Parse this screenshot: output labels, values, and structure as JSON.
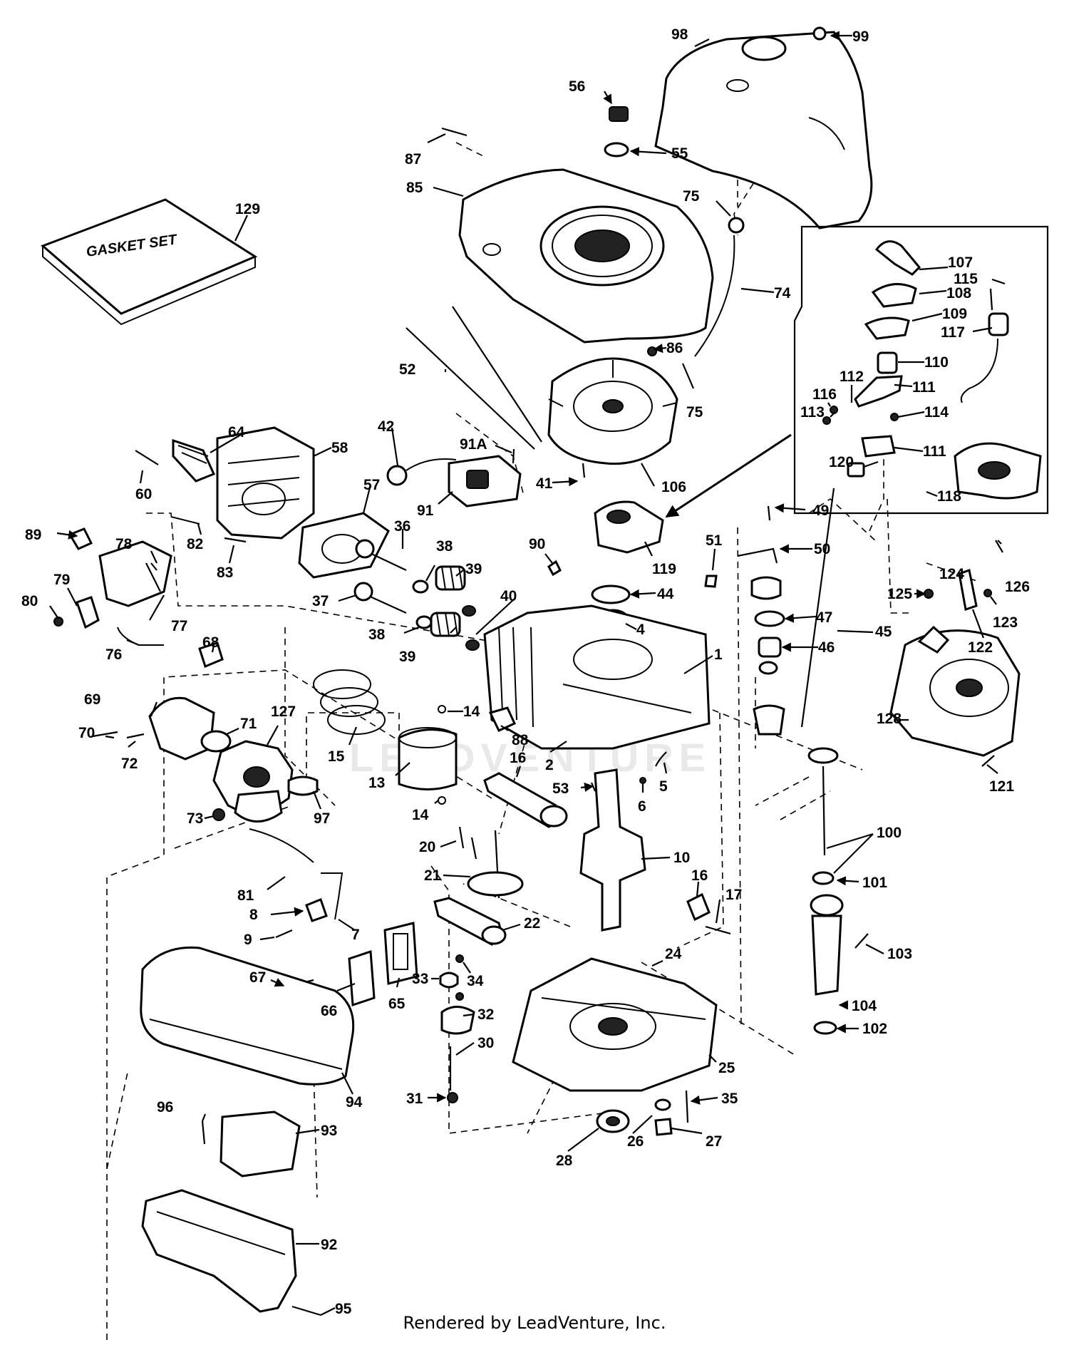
{
  "footer_text": "Rendered by LeadVenture, Inc.",
  "watermark_text": "LEADVENTURE",
  "gasket_set_text": "GASKET SET",
  "callouts": [
    {
      "id": "98",
      "label": "98"
    },
    {
      "id": "99",
      "label": "99"
    },
    {
      "id": "56",
      "label": "56"
    },
    {
      "id": "55",
      "label": "55"
    },
    {
      "id": "87",
      "label": "87"
    },
    {
      "id": "85",
      "label": "85"
    },
    {
      "id": "75a",
      "label": "75"
    },
    {
      "id": "129",
      "label": "129"
    },
    {
      "id": "74",
      "label": "74"
    },
    {
      "id": "107",
      "label": "107"
    },
    {
      "id": "115",
      "label": "115"
    },
    {
      "id": "108",
      "label": "108"
    },
    {
      "id": "109",
      "label": "109"
    },
    {
      "id": "117",
      "label": "117"
    },
    {
      "id": "86",
      "label": "86"
    },
    {
      "id": "52",
      "label": "52"
    },
    {
      "id": "110",
      "label": "110"
    },
    {
      "id": "112",
      "label": "112"
    },
    {
      "id": "111a",
      "label": "111"
    },
    {
      "id": "116",
      "label": "116"
    },
    {
      "id": "113",
      "label": "113"
    },
    {
      "id": "114",
      "label": "114"
    },
    {
      "id": "75b",
      "label": "75"
    },
    {
      "id": "64",
      "label": "64"
    },
    {
      "id": "58",
      "label": "58"
    },
    {
      "id": "42",
      "label": "42"
    },
    {
      "id": "91A",
      "label": "91A"
    },
    {
      "id": "111b",
      "label": "111"
    },
    {
      "id": "120",
      "label": "120"
    },
    {
      "id": "60",
      "label": "60"
    },
    {
      "id": "41",
      "label": "41"
    },
    {
      "id": "106",
      "label": "106"
    },
    {
      "id": "118",
      "label": "118"
    },
    {
      "id": "57",
      "label": "57"
    },
    {
      "id": "91",
      "label": "91"
    },
    {
      "id": "49",
      "label": "49"
    },
    {
      "id": "89",
      "label": "89"
    },
    {
      "id": "36",
      "label": "36"
    },
    {
      "id": "82",
      "label": "82"
    },
    {
      "id": "78",
      "label": "78"
    },
    {
      "id": "83",
      "label": "83"
    },
    {
      "id": "90",
      "label": "90"
    },
    {
      "id": "51",
      "label": "51"
    },
    {
      "id": "50",
      "label": "50"
    },
    {
      "id": "119",
      "label": "119"
    },
    {
      "id": "38a",
      "label": "38"
    },
    {
      "id": "126",
      "label": "126"
    },
    {
      "id": "124",
      "label": "124"
    },
    {
      "id": "79",
      "label": "79"
    },
    {
      "id": "39a",
      "label": "39"
    },
    {
      "id": "44",
      "label": "44"
    },
    {
      "id": "125",
      "label": "125"
    },
    {
      "id": "123",
      "label": "123"
    },
    {
      "id": "80",
      "label": "80"
    },
    {
      "id": "37",
      "label": "37"
    },
    {
      "id": "40",
      "label": "40"
    },
    {
      "id": "47",
      "label": "47"
    },
    {
      "id": "77",
      "label": "77"
    },
    {
      "id": "4",
      "label": "4"
    },
    {
      "id": "45",
      "label": "45"
    },
    {
      "id": "68",
      "label": "68"
    },
    {
      "id": "38b",
      "label": "38"
    },
    {
      "id": "39b",
      "label": "39"
    },
    {
      "id": "46",
      "label": "46"
    },
    {
      "id": "122",
      "label": "122"
    },
    {
      "id": "76",
      "label": "76"
    },
    {
      "id": "1",
      "label": "1"
    },
    {
      "id": "128",
      "label": "128"
    },
    {
      "id": "69",
      "label": "69"
    },
    {
      "id": "14a",
      "label": "14"
    },
    {
      "id": "127",
      "label": "127"
    },
    {
      "id": "70",
      "label": "70"
    },
    {
      "id": "71",
      "label": "71"
    },
    {
      "id": "88",
      "label": "88"
    },
    {
      "id": "15",
      "label": "15"
    },
    {
      "id": "72",
      "label": "72"
    },
    {
      "id": "2",
      "label": "2"
    },
    {
      "id": "16a",
      "label": "16"
    },
    {
      "id": "13",
      "label": "13"
    },
    {
      "id": "5",
      "label": "5"
    },
    {
      "id": "121",
      "label": "121"
    },
    {
      "id": "53",
      "label": "53"
    },
    {
      "id": "6",
      "label": "6"
    },
    {
      "id": "14b",
      "label": "14"
    },
    {
      "id": "73",
      "label": "73"
    },
    {
      "id": "97",
      "label": "97"
    },
    {
      "id": "100",
      "label": "100"
    },
    {
      "id": "20",
      "label": "20"
    },
    {
      "id": "10",
      "label": "10"
    },
    {
      "id": "21",
      "label": "21"
    },
    {
      "id": "81",
      "label": "81"
    },
    {
      "id": "101",
      "label": "101"
    },
    {
      "id": "16b",
      "label": "16"
    },
    {
      "id": "17",
      "label": "17"
    },
    {
      "id": "8",
      "label": "8"
    },
    {
      "id": "22",
      "label": "22"
    },
    {
      "id": "9",
      "label": "9"
    },
    {
      "id": "7",
      "label": "7"
    },
    {
      "id": "103",
      "label": "103"
    },
    {
      "id": "24",
      "label": "24"
    },
    {
      "id": "67",
      "label": "67"
    },
    {
      "id": "33",
      "label": "33"
    },
    {
      "id": "34",
      "label": "34"
    },
    {
      "id": "104",
      "label": "104"
    },
    {
      "id": "66",
      "label": "66"
    },
    {
      "id": "65",
      "label": "65"
    },
    {
      "id": "32",
      "label": "32"
    },
    {
      "id": "102",
      "label": "102"
    },
    {
      "id": "30",
      "label": "30"
    },
    {
      "id": "25",
      "label": "25"
    },
    {
      "id": "94",
      "label": "94"
    },
    {
      "id": "96",
      "label": "96"
    },
    {
      "id": "31",
      "label": "31"
    },
    {
      "id": "35",
      "label": "35"
    },
    {
      "id": "93",
      "label": "93"
    },
    {
      "id": "26",
      "label": "26"
    },
    {
      "id": "27",
      "label": "27"
    },
    {
      "id": "28",
      "label": "28"
    },
    {
      "id": "92",
      "label": "92"
    },
    {
      "id": "95",
      "label": "95"
    }
  ]
}
